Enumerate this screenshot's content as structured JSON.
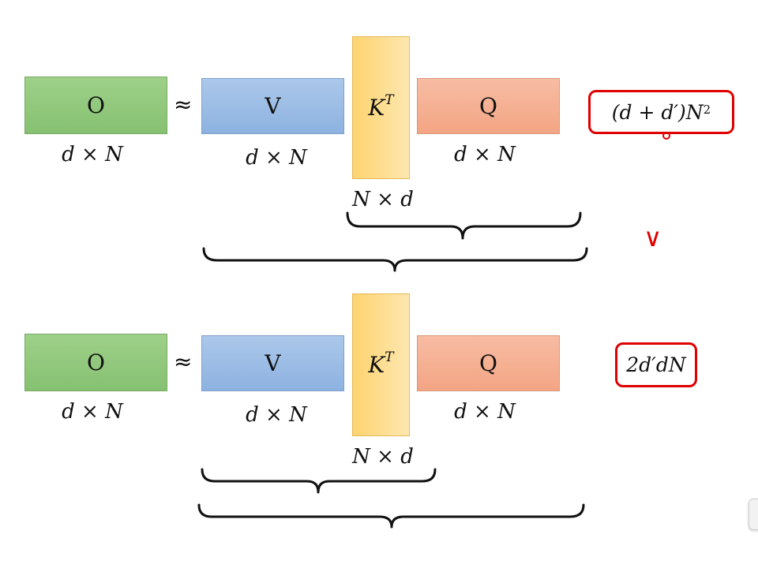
{
  "rows": [
    {
      "O": "O",
      "approx": "≈",
      "V": "V",
      "K_base": "K",
      "K_sup": "T",
      "Q": "Q",
      "dim_O": "d × N",
      "dim_V": "d × N",
      "dim_K": "N × d",
      "dim_Q": "d × N",
      "cost_pre": "(d + d′)N",
      "cost_sup": "2"
    },
    {
      "O": "O",
      "approx": "≈",
      "V": "V",
      "K_base": "K",
      "K_sup": "T",
      "Q": "Q",
      "dim_O": "d × N",
      "dim_V": "d × N",
      "dim_K": "N × d",
      "dim_Q": "d × N",
      "cost": "2d′dN"
    }
  ],
  "comparison_symbol": "∨",
  "colors": {
    "O": "#9ed08a",
    "V": "#acc8ea",
    "K": "#fdd36f",
    "Q": "#f7bca3",
    "highlight": "#e00000"
  }
}
